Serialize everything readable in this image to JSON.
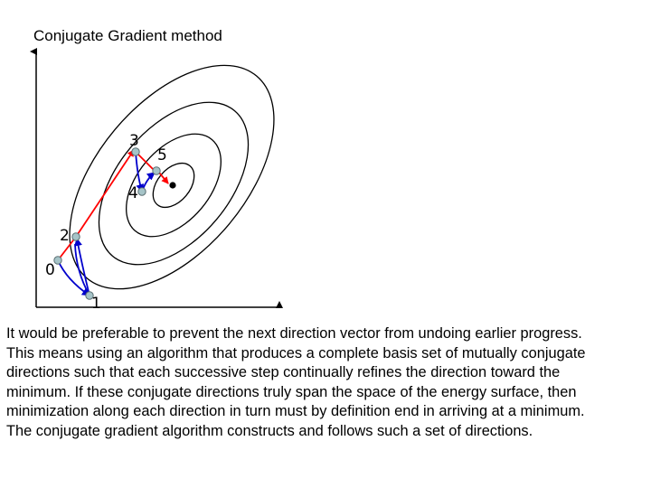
{
  "title": "Conjugate Gradient method",
  "point_labels": [
    "0",
    "1",
    "2",
    "3",
    "4",
    "5"
  ],
  "colors": {
    "axes": "#000000",
    "contours": "#000000",
    "gradient_step": "#ff0000",
    "conjugate_step": "#0000cc",
    "point_fill": "#a6c4c8",
    "minimum": "#000000"
  },
  "caption_lines": [
    "It would be preferable to prevent the next direction vector from undoing earlier progress.",
    "This means using an algorithm that produces a complete basis set of mutually conjugate",
    "directions such that each successive step continually refines the direction toward the",
    "minimum. If these conjugate directions truly span the space of the energy surface, then",
    "minimization along each direction in turn must by definition end in arriving at a minimum.",
    "The conjugate gradient algorithm constructs and follows such a set of directions."
  ]
}
